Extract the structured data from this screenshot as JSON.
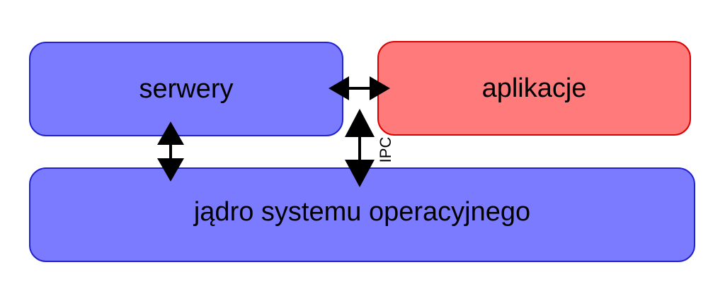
{
  "boxes": {
    "servers": {
      "label": "serwery",
      "color": "#7b7bff"
    },
    "apps": {
      "label": "aplikacje",
      "color": "#ff7b7b"
    },
    "kernel": {
      "label": "jądro systemu operacyjnego",
      "color": "#7b7bff"
    }
  },
  "connections": {
    "ipc_label": "IPC"
  },
  "arrow_color": "#000000"
}
